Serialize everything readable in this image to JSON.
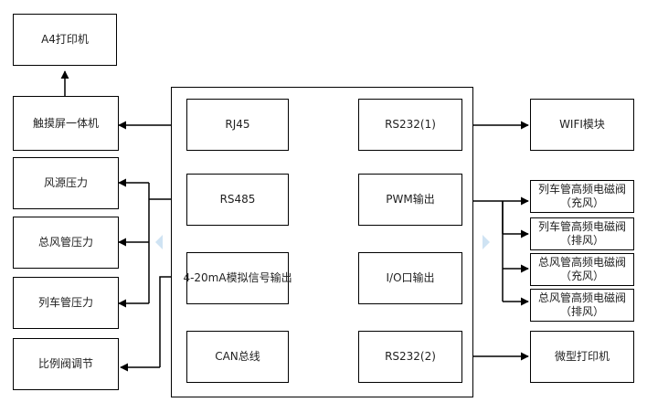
{
  "printer_a4": "A4打印机",
  "touchscreen": "触摸屏一体机",
  "sensors": {
    "wind_source": "风源压力",
    "main_pipe": "总风管压力",
    "train_pipe": "列车管压力",
    "proportional_valve": "比例阀调节"
  },
  "controller": {
    "rj45": "RJ45",
    "rs485": "RS485",
    "analog_out": "4-20mA模拟信号输出",
    "can_bus": "CAN总线",
    "rs232_1": "RS232(1)",
    "pwm_out": "PWM输出",
    "io_out": "I/O口输出",
    "rs232_2": "RS232(2)"
  },
  "wifi_module": "WIFI模块",
  "valves": [
    {
      "line1": "列车管高频电磁阀",
      "line2": "（充风）"
    },
    {
      "line1": "列车管高频电磁阀",
      "line2": "（排风）"
    },
    {
      "line1": "总风管高频电磁阀",
      "line2": "（充风）"
    },
    {
      "line1": "总风管高频电磁阀",
      "line2": "（排风）"
    }
  ],
  "micro_printer": "微型打印机",
  "colors": {
    "line": "#000000",
    "nav_arrow": "#cfe3f3"
  }
}
